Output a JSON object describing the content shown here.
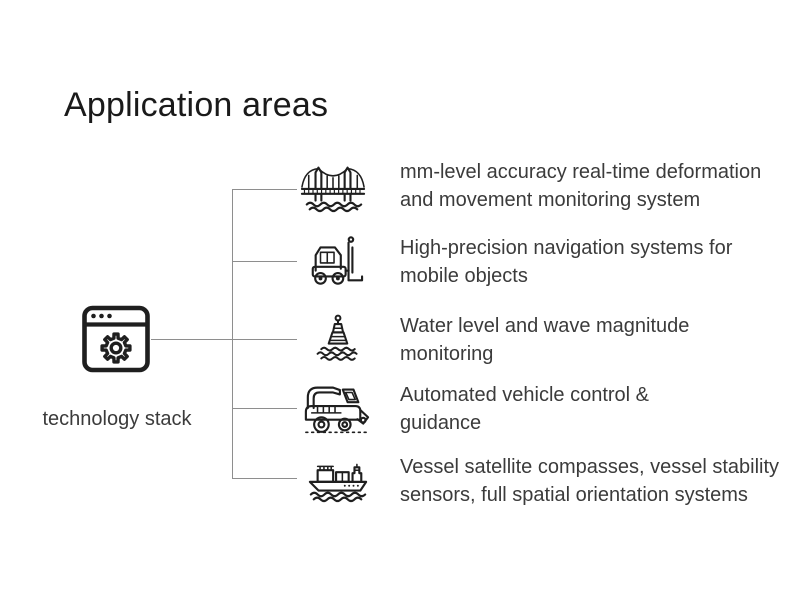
{
  "slide": {
    "title": "Application areas",
    "background_color": "#ffffff"
  },
  "colors": {
    "title_text": "#1a1a1a",
    "body_text": "#3b3b3b",
    "icon_stroke": "#1f1f1f",
    "connector_line": "#8e8e8e"
  },
  "technology_node": {
    "icon": "browser-gear-icon",
    "label_line1": "technology",
    "label_line2": "stack"
  },
  "application_areas": [
    {
      "icon": "suspension-bridge-icon",
      "line1": "mm-level accuracy real-time deformation",
      "line2": "and movement monitoring system"
    },
    {
      "icon": "forklift-icon",
      "line1": "High-precision navigation systems for",
      "line2": "mobile objects"
    },
    {
      "icon": "buoy-icon",
      "line1": "Water level and wave magnitude",
      "line2": "monitoring"
    },
    {
      "icon": "harvester-icon",
      "line1": "Automated vehicle control &",
      "line2": "guidance"
    },
    {
      "icon": "cargo-ship-icon",
      "line1": "Vessel satellite compasses, vessel stability",
      "line2": "sensors, full spatial orientation systems"
    }
  ]
}
